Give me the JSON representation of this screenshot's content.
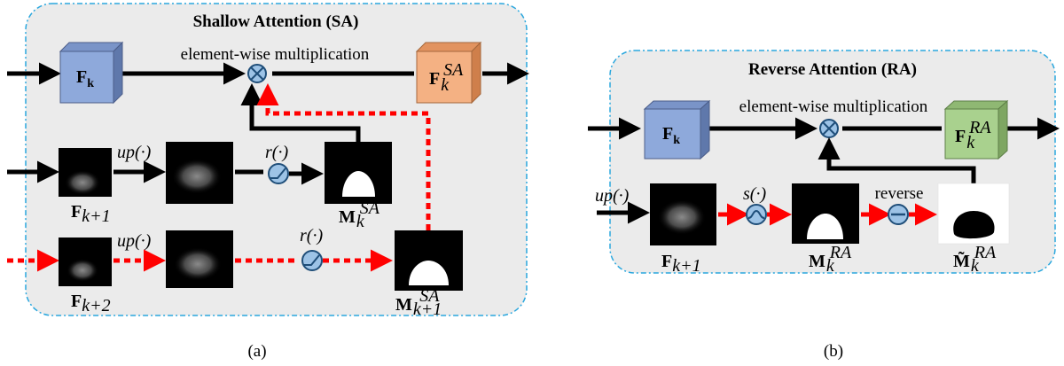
{
  "panel_a": {
    "title": "Shallow Attention (SA)",
    "caption": "(a)",
    "op_label": "element-wise multiplication",
    "feature_in": {
      "base": "F",
      "sub": "k"
    },
    "feature_out": {
      "base": "F",
      "sub": "k",
      "sup": "SA"
    },
    "row1": {
      "input": {
        "base": "F",
        "sub": "k+1"
      },
      "up_label": "up(·)",
      "r_label": "r(·)",
      "mask": {
        "base": "M",
        "sub": "k",
        "sup": "SA"
      }
    },
    "row2": {
      "input": {
        "base": "F",
        "sub": "k+2"
      },
      "up_label": "up(·)",
      "r_label": "r(·)",
      "mask": {
        "base": "M",
        "sub": "k+1",
        "sup": "SA"
      }
    }
  },
  "panel_b": {
    "title": "Reverse Attention (RA)",
    "caption": "(b)",
    "op_label": "element-wise multiplication",
    "feature_in": {
      "base": "F",
      "sub": "k"
    },
    "feature_out": {
      "base": "F",
      "sub": "k",
      "sup": "RA"
    },
    "row1": {
      "up_label": "up(·)",
      "input": {
        "base": "F",
        "sub": "k+1"
      },
      "s_label": "s(·)",
      "mask": {
        "base": "M",
        "sub": "k",
        "sup": "RA"
      },
      "reverse_label": "reverse",
      "reversed_mask": {
        "base": "M̃",
        "sub": "k",
        "sup": "RA"
      }
    }
  },
  "colors": {
    "panel_fill": "#ebebeb",
    "panel_border": "#2aa7de",
    "cube_blue": "#8ea9db",
    "cube_orange": "#f4b183",
    "cube_green": "#a9d18e",
    "op_fill": "#9dc3e6",
    "op_stroke": "#1f4e79",
    "arrow_black": "#000000",
    "arrow_red": "#ff0000"
  }
}
